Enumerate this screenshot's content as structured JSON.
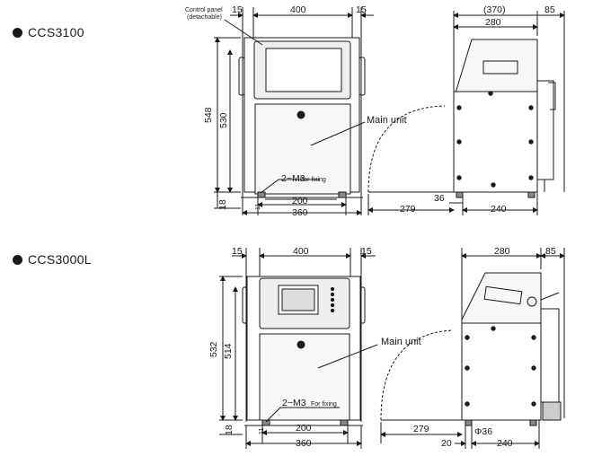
{
  "models": [
    {
      "name": "CCS3100",
      "front": {
        "top_dims": [
          "15",
          "400",
          "15"
        ],
        "panel_note_1": "Control panel",
        "panel_note_2": "(detachable)",
        "height_outer": "548",
        "height_inner": "530",
        "foot": "18",
        "bottom_small": "11",
        "fixing": "2−M3",
        "fixing_note": "For fixing",
        "w200": "200",
        "w360": "360"
      },
      "side": {
        "top_paren": "(370)",
        "top_85": "85",
        "top_280": "280",
        "main_unit": "Main unit",
        "d36": "36",
        "d279": "279",
        "d240": "240"
      }
    },
    {
      "name": "CCS3000L",
      "front": {
        "top_dims": [
          "15",
          "400",
          "15"
        ],
        "height_outer": "532",
        "height_inner": "514",
        "foot": "18",
        "bottom_small": "11",
        "fixing": "2−M3",
        "fixing_note": "For fixing",
        "w200": "200",
        "w360": "360"
      },
      "side": {
        "top_280": "280",
        "top_85": "85",
        "main_unit": "Main unit",
        "d279": "279",
        "d20": "20",
        "d36": "Φ36",
        "d240": "240"
      }
    }
  ]
}
